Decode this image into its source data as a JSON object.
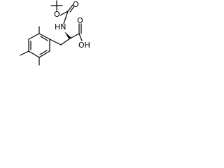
{
  "diagram": {
    "type": "chemical-structure",
    "atom_labels": {
      "nh": "HN",
      "o_carbamate_ester": "O",
      "o_carbamate_carbonyl": "O",
      "o_acid_carbonyl": "O",
      "oh": "OH"
    },
    "colors": {
      "stroke": "#000000",
      "text": "#000000",
      "background": "#ffffff"
    }
  }
}
